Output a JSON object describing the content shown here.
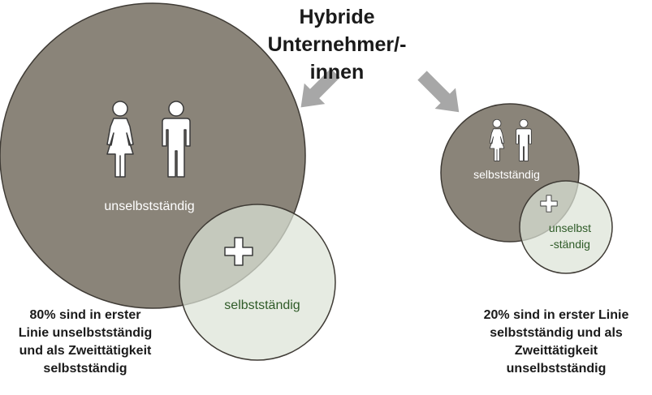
{
  "title": {
    "line1": "Hybride",
    "line2": "Unternehmer/-innen"
  },
  "left_group": {
    "big_circle_label": "unselbstständig",
    "small_circle_label": "selbstständig",
    "caption": [
      "80% sind in erster",
      "Linie unselbstständig",
      "und als Zweittätigkeit",
      "selbstständig"
    ]
  },
  "right_group": {
    "big_circle_label": "selbstständig",
    "small_circle_label_line1": "unselbst",
    "small_circle_label_line2": "-ständig",
    "caption": [
      "20% sind in erster Linie",
      "selbstständig und als",
      "Zweittätigkeit",
      "unselbstständig"
    ]
  },
  "colors": {
    "big_circle": "#8a8479",
    "small_circle": "#dde3d7",
    "arrow": "#a7a7a7",
    "small_circle_text": "#2f5b28",
    "white_text": "#ffffff"
  }
}
